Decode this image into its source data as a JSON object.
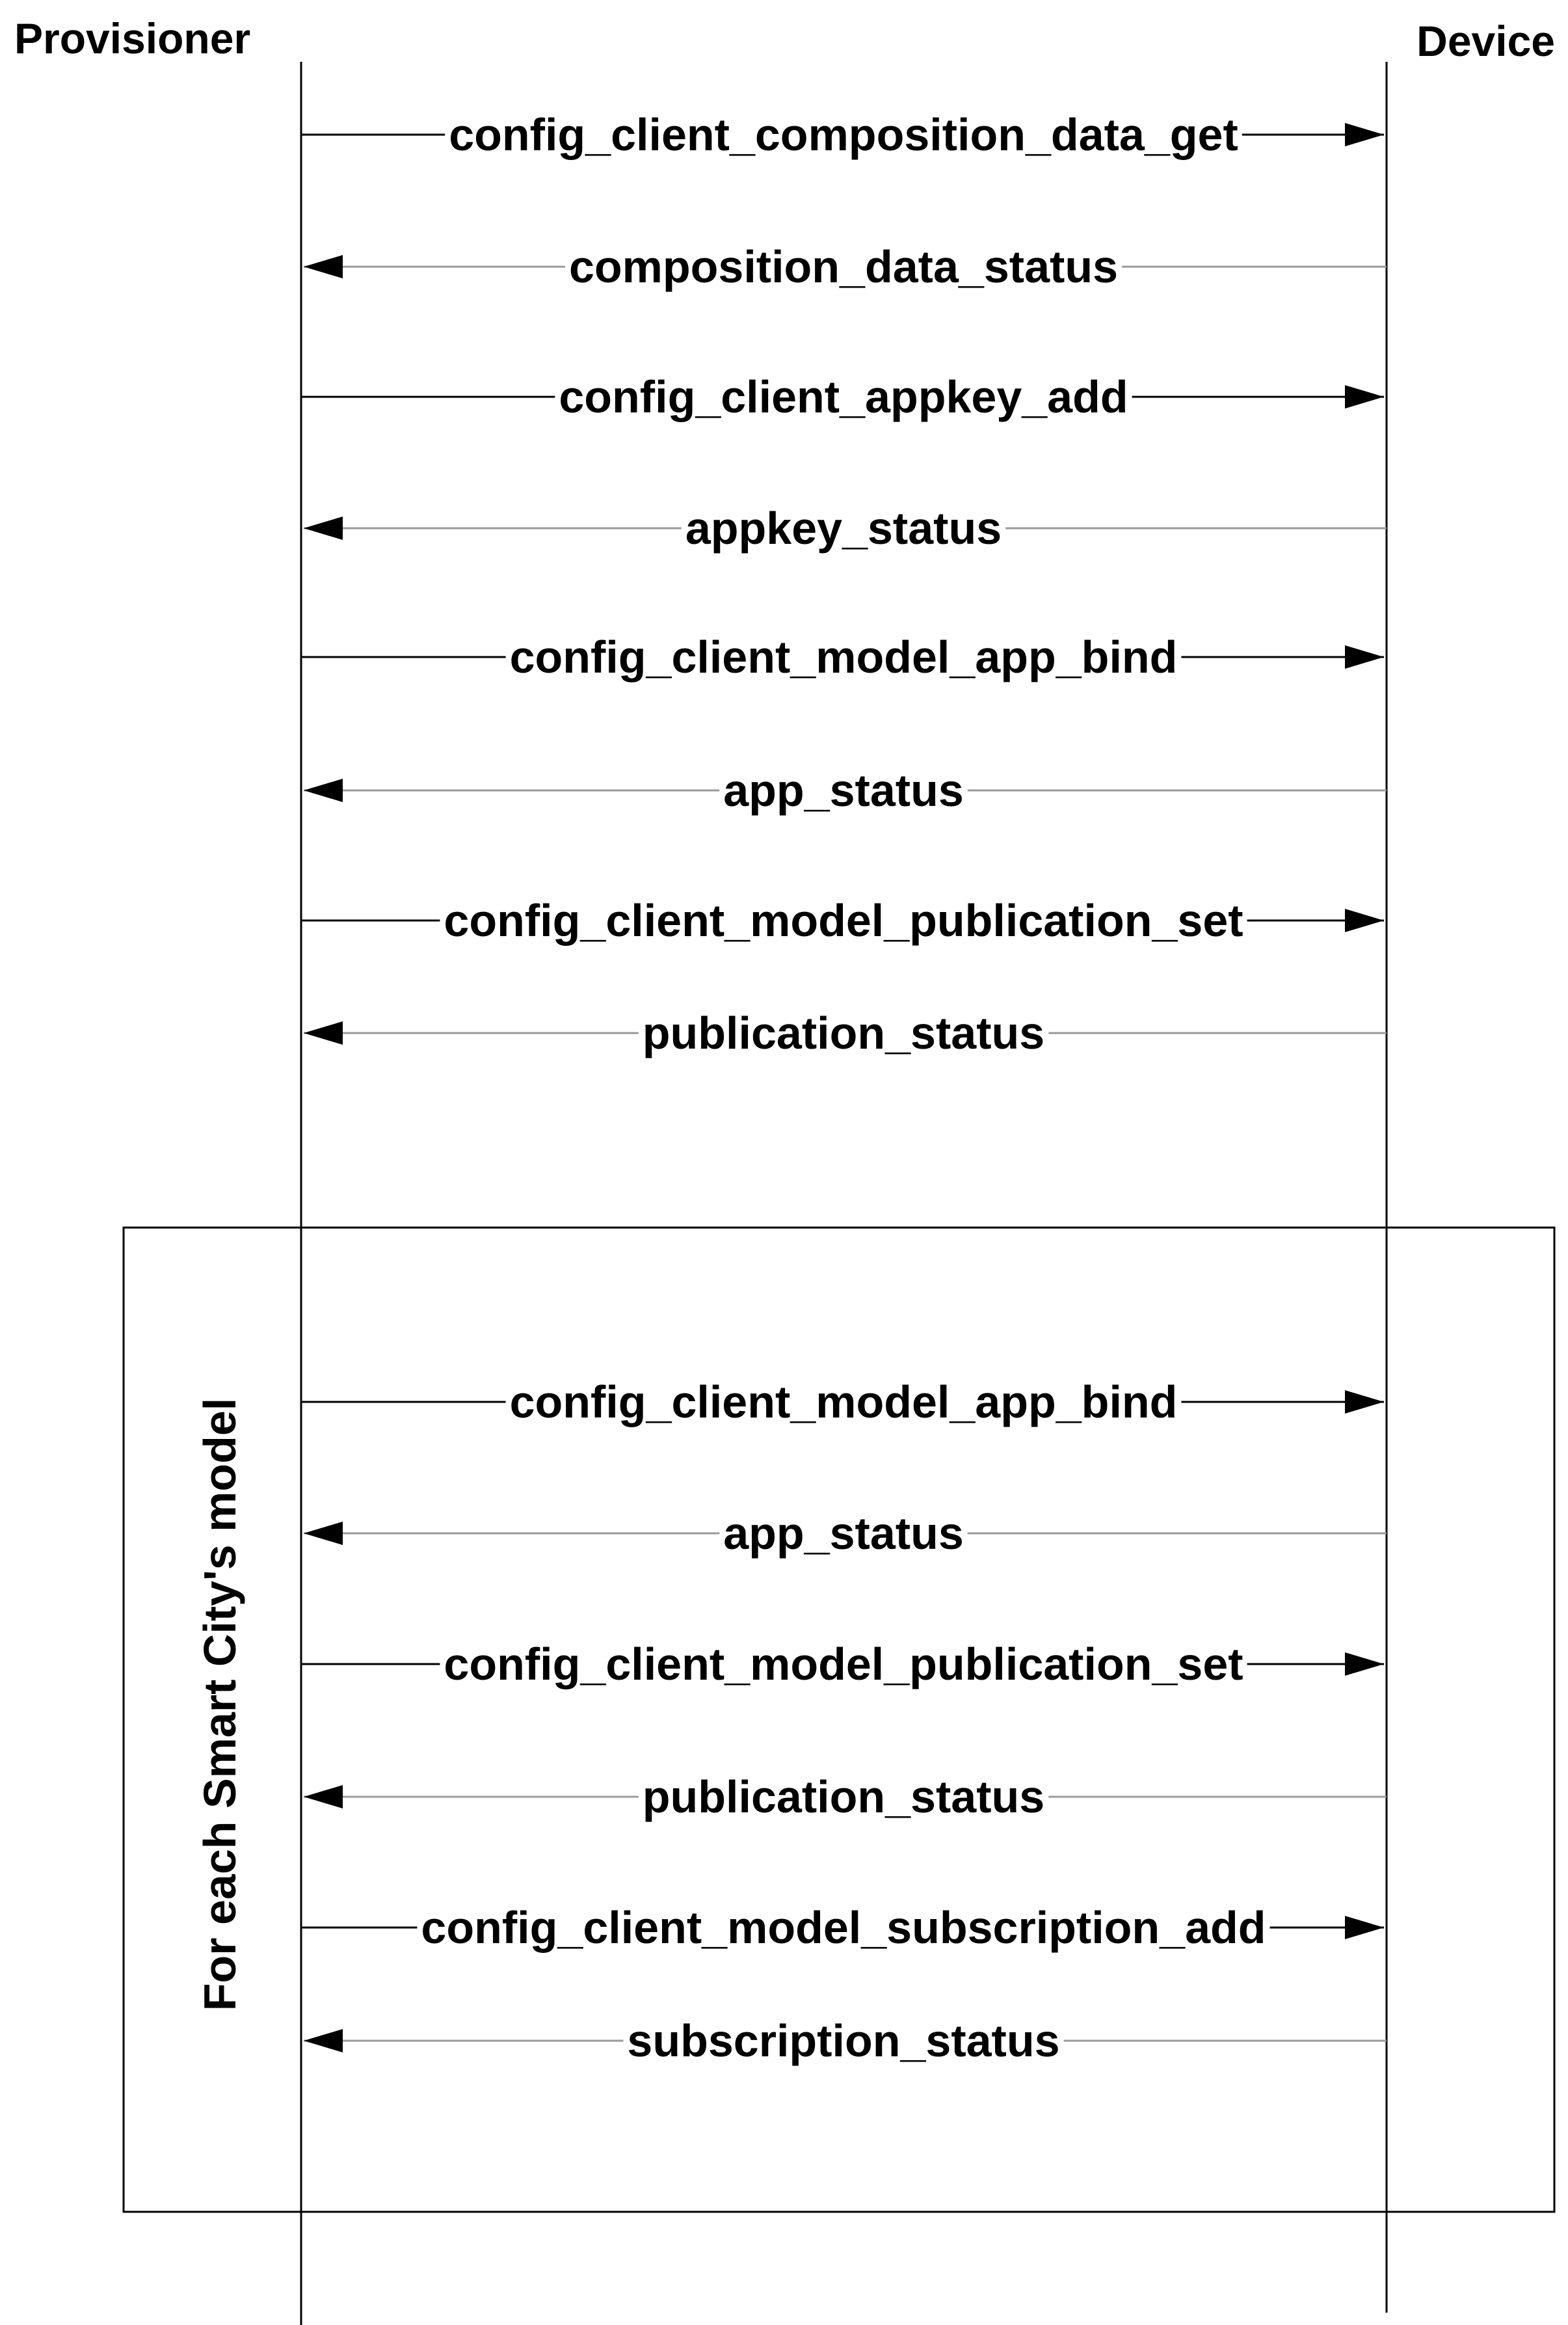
{
  "participants": {
    "provisioner": "Provisioner",
    "device": "Device"
  },
  "messages": [
    {
      "label": "config_client_composition_data_get",
      "direction": "to_device"
    },
    {
      "label": "composition_data_status",
      "direction": "to_provisioner"
    },
    {
      "label": "config_client_appkey_add",
      "direction": "to_device"
    },
    {
      "label": "appkey_status",
      "direction": "to_provisioner"
    },
    {
      "label": "config_client_model_app_bind",
      "direction": "to_device"
    },
    {
      "label": "app_status",
      "direction": "to_provisioner"
    },
    {
      "label": "config_client_model_publication_set",
      "direction": "to_device"
    },
    {
      "label": "publication_status",
      "direction": "to_provisioner"
    }
  ],
  "loop": {
    "label": "For each Smart City's model",
    "messages": [
      {
        "label": "config_client_model_app_bind",
        "direction": "to_device"
      },
      {
        "label": "app_status",
        "direction": "to_provisioner"
      },
      {
        "label": "config_client_model_publication_set",
        "direction": "to_device"
      },
      {
        "label": "publication_status",
        "direction": "to_provisioner"
      },
      {
        "label": "config_client_model_subscription_add",
        "direction": "to_device"
      },
      {
        "label": "subscription_status",
        "direction": "to_provisioner"
      }
    ]
  },
  "colors": {
    "request_line": "#000000",
    "response_line": "#9a9a9a",
    "text": "#000000",
    "background": "#ffffff"
  }
}
